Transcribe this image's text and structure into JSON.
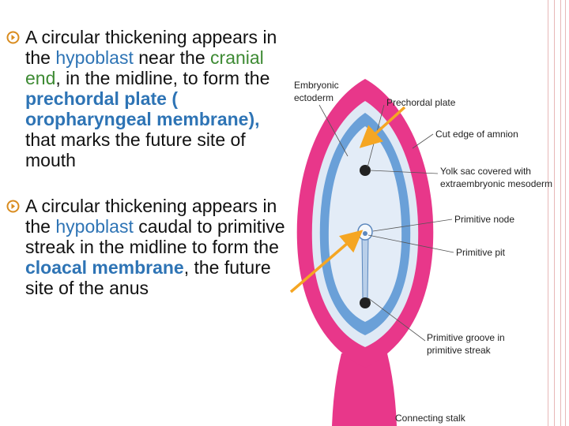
{
  "bullets": [
    {
      "icon": "circle-bullet-icon",
      "segments": [
        {
          "text": "A circular thickening appears in the ",
          "style": "plain"
        },
        {
          "text": "hypoblast",
          "style": "blue"
        },
        {
          "text": " near the ",
          "style": "plain"
        },
        {
          "text": "cranial end",
          "style": "green"
        },
        {
          "text": ", in the midline, to form the ",
          "style": "plain"
        },
        {
          "text": "prechordal plate ( oropharyngeal membrane),",
          "style": "bold-blue"
        },
        {
          "text": " that marks the future site of mouth",
          "style": "plain"
        }
      ]
    },
    {
      "icon": "circle-bullet-icon",
      "segments": [
        {
          "text": "A circular thickening appears in the ",
          "style": "plain"
        },
        {
          "text": "hypoblast",
          "style": "blue"
        },
        {
          "text": " caudal to primitive streak in the midline to form  the ",
          "style": "plain"
        },
        {
          "text": "cloacal membrane",
          "style": "bold-blue"
        },
        {
          "text": ", the future site of the anus",
          "style": "plain"
        }
      ]
    }
  ],
  "diagram": {
    "labels": {
      "embryonic_ectoderm_1": "Embryonic",
      "embryonic_ectoderm_2": "ectoderm",
      "prechordal_plate": "Prechordal plate",
      "cut_edge_amnion": "Cut edge of amnion",
      "yolk_sac_1": "Yolk sac covered with",
      "yolk_sac_2": "extraembryonic mesoderm",
      "primitive_node": "Primitive node",
      "primitive_pit": "Primitive pit",
      "primitive_groove_1": "Primitive groove in",
      "primitive_groove_2": "primitive streak",
      "connecting_stalk": "Connecting stalk"
    },
    "colors": {
      "outer": "#e8378a",
      "inner_blue": "#6aa0d8",
      "pale": "#dfe9f5",
      "arrow": "#f5a623"
    }
  }
}
